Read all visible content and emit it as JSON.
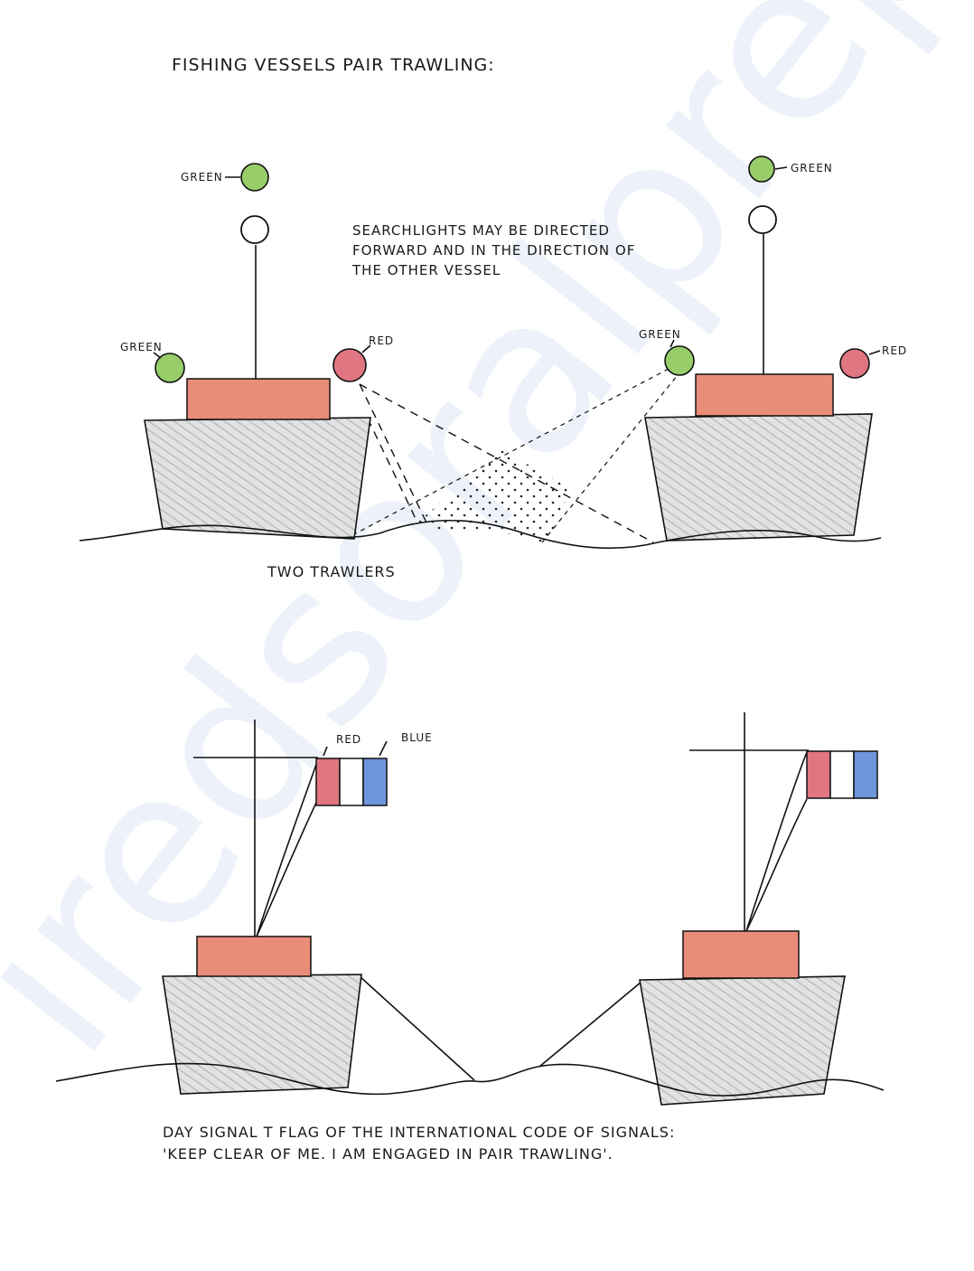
{
  "title": "FISHING VESSELS PAIR TRAWLING:",
  "searchlight_note": [
    "SEARCHLIGHTS MAY BE DIRECTED",
    "FORWARD AND IN THE DIRECTION OF",
    "THE OTHER VESSEL"
  ],
  "night": {
    "left": {
      "top_light": "GREEN",
      "side_left": "GREEN",
      "side_right": "RED"
    },
    "right": {
      "top_light": "GREEN",
      "side_left": "GREEN",
      "side_right": "RED"
    },
    "caption": "TWO TRAWLERS"
  },
  "day": {
    "flag_labels": {
      "red": "RED",
      "blue": "BLUE"
    },
    "caption_line1": "DAY SIGNAL T FLAG OF THE INTERNATIONAL CODE OF SIGNALS:",
    "caption_line2": "'KEEP CLEAR OF ME. I AM ENGAGED IN PAIR TRAWLING'."
  },
  "watermark": "iredsoralprep.com",
  "colors": {
    "green_light": "#98cd6a",
    "red_light": "#df7682",
    "cabin": "#ea8d78",
    "flag_blue": "#6f95dc",
    "hull": "#d6d6d6"
  }
}
